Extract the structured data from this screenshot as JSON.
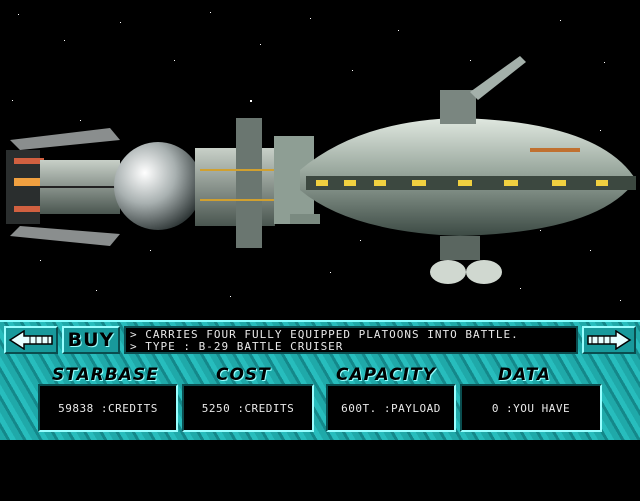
{
  "panel": {
    "buy_label": "BUY",
    "description": [
      "> CARRIES FOUR FULLY EQUIPPED PLATOONS INTO BATTLE.",
      "> TYPE : B-29 BATTLE CRUISER"
    ],
    "stats": [
      {
        "header": "STARBASE",
        "value": "59838 :CREDITS"
      },
      {
        "header": "COST",
        "value": "5250 :CREDITS"
      },
      {
        "header": "CAPACITY",
        "value": "600T. :PAYLOAD"
      },
      {
        "header": "DATA",
        "value": "0 :YOU HAVE"
      }
    ]
  },
  "icons": {
    "prev": "arrow-left-icon",
    "next": "arrow-right-icon"
  },
  "colors": {
    "panel": "#1fa9a9",
    "panel_highlight": "#99ffff",
    "panel_shadow": "#0a4d4f",
    "display_bg": "#000000",
    "display_text": "#e8e8e8",
    "ship_hull": "#9aa8a0",
    "ship_windows": "#f0d040"
  }
}
